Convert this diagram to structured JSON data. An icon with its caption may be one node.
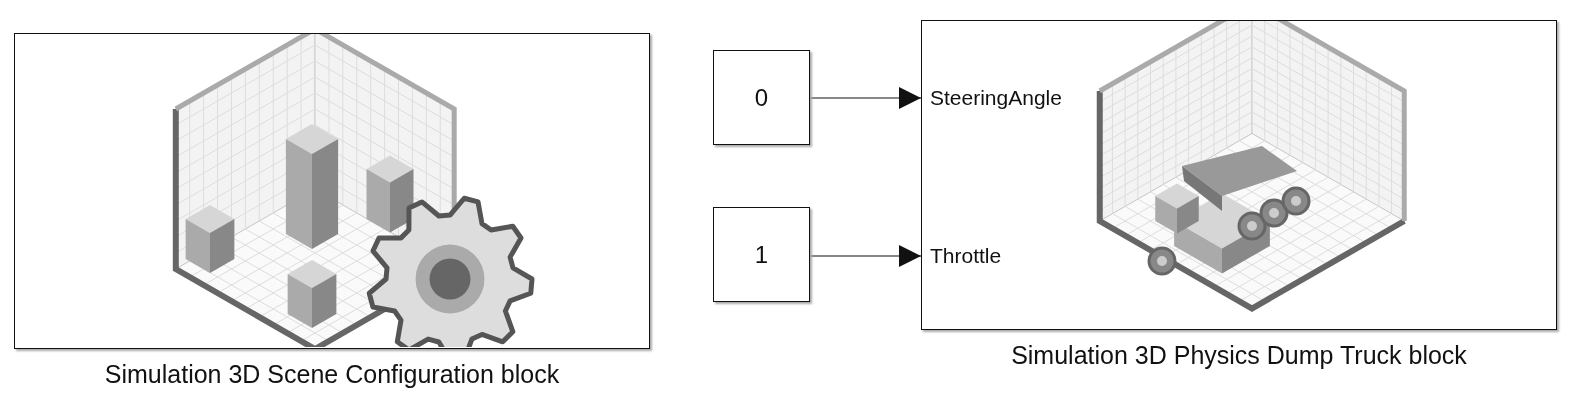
{
  "diagram": {
    "nodes": [
      {
        "text": [
          "Simulation 3D Scene Configuration block"
        ]
      },
      {
        "text": [
          "0"
        ]
      },
      {
        "text": [
          "1"
        ]
      },
      {
        "text": [
          "SteeringAngle",
          "Throttle",
          "Simulation 3D Physics Dump Truck block"
        ]
      }
    ],
    "edges": [
      {
        "from": 1,
        "to": 3,
        "arrow": "to"
      },
      {
        "from": 2,
        "to": 3,
        "arrow": "to"
      }
    ]
  }
}
